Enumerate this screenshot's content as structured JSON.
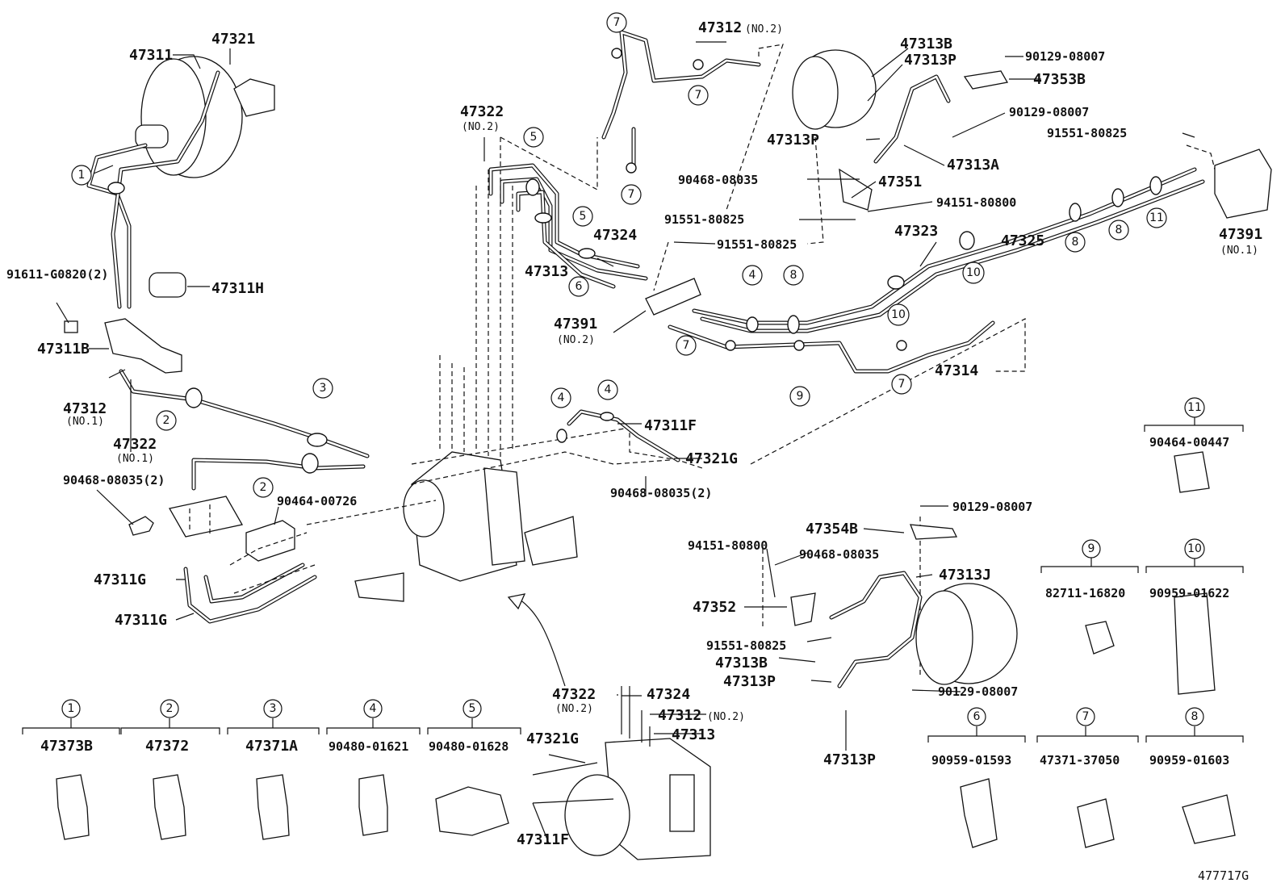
{
  "diagram_code": "477717G",
  "labels": {
    "47321": "47321",
    "47311": "47311",
    "47311H": "47311H",
    "47311B": "47311B",
    "91611": "91611-G0820(2)",
    "47312_no1": "47312",
    "47312_no1_sub": "(NO.1)",
    "47322_no1": "47322",
    "47322_no1_sub": "(NO.1)",
    "90468_l": "90468-08035(2)",
    "90464_00726": "90464-00726",
    "47311G_a": "47311G",
    "47311G_b": "47311G",
    "47322_no2": "47322",
    "47322_no2_sub": "(NO.2)",
    "47312_no2": "47312",
    "47312_no2_sub": "(NO.2)",
    "47324": "47324",
    "47313": "47313",
    "91551_a": "91551-80825",
    "47391_no2": "47391",
    "47391_no2_sub": "(NO.2)",
    "47311F": "47311F",
    "47321G": "47321G",
    "90468_m": "90468-08035(2)",
    "47313B_t": "47313B",
    "47313P_t1": "47313P",
    "90129_t1": "90129-08007",
    "47353B": "47353B",
    "90129_t2": "90129-08007",
    "47313P_t2": "47313P",
    "47313A": "47313A",
    "91551_t": "91551-80825",
    "90468_t": "90468-08035",
    "47351": "47351",
    "94151_t": "94151-80800",
    "91551_t2": "91551-80825",
    "47323": "47323",
    "47325": "47325",
    "47391_no1": "47391",
    "47391_no1_sub": "(NO.1)",
    "47314": "47314",
    "90129_b1": "90129-08007",
    "47354B": "47354B",
    "94151_b": "94151-80800",
    "90468_b": "90468-08035",
    "47313J": "47313J",
    "47352": "47352",
    "91551_b": "91551-80825",
    "47313B_b": "47313B",
    "47313P_b1": "47313P",
    "90129_b2": "90129-08007",
    "47313P_b2": "47313P",
    "inset_47322": "47322",
    "inset_47322_sub": "(NO.2)",
    "inset_47324": "47324",
    "inset_47312": "47312",
    "inset_47312_sub": "(NO.2)",
    "inset_47313": "47313",
    "inset_47321G": "47321G",
    "inset_47311F": "47311F"
  },
  "clamp_legend": [
    {
      "num": "1",
      "part": "47373B"
    },
    {
      "num": "2",
      "part": "47372"
    },
    {
      "num": "3",
      "part": "47371A"
    },
    {
      "num": "4",
      "part": "90480-01621"
    },
    {
      "num": "5",
      "part": "90480-01628"
    },
    {
      "num": "6",
      "part": "90959-01593"
    },
    {
      "num": "7",
      "part": "47371-37050"
    },
    {
      "num": "8",
      "part": "90959-01603"
    },
    {
      "num": "9",
      "part": "82711-16820"
    },
    {
      "num": "10",
      "part": "90959-01622"
    },
    {
      "num": "11",
      "part": "90464-00447"
    }
  ]
}
